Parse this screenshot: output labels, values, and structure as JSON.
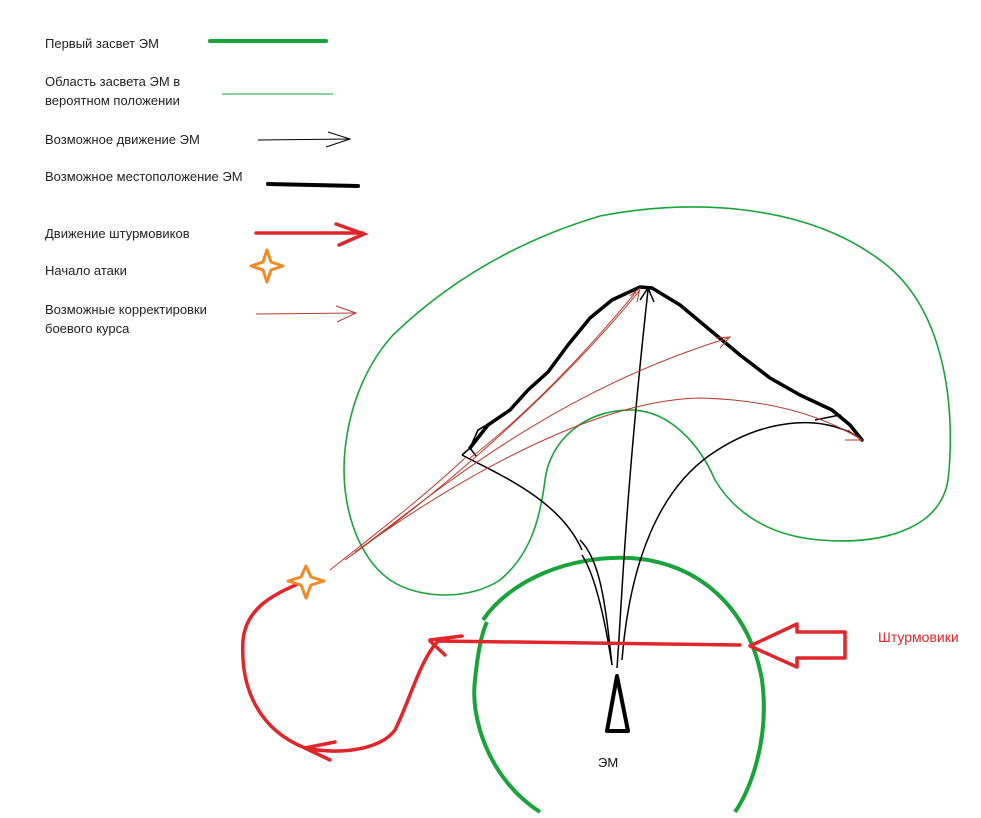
{
  "legend": {
    "first_exposure": "Первый засвет ЭМ",
    "probable_area": "Область засвета ЭМ в вероятном положении",
    "possible_movement": "Возможное движение ЭМ",
    "possible_location": "Возможное местоположение ЭМ",
    "attack_aircraft_movement": "Движение штурмовиков",
    "attack_start": "Начало атаки",
    "course_corrections": "Возможные корректировки боевого курса"
  },
  "labels": {
    "em": "ЭМ",
    "attack_aircraft": "Штурмовики"
  },
  "colors": {
    "green": "#1aa33a",
    "black": "#000000",
    "red": "#e0262b",
    "dark_red": "#b83a2e",
    "orange": "#f08a24"
  },
  "icons": {
    "start": "orange-four-point-star-icon",
    "ship": "ship-triangle-icon"
  }
}
